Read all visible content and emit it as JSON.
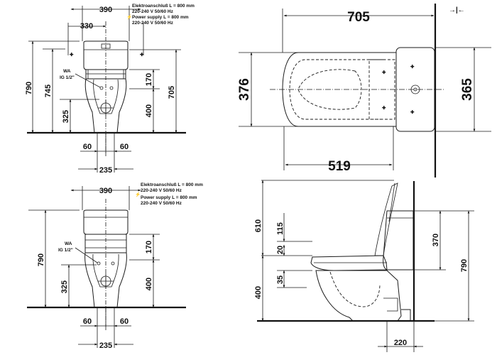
{
  "top_front": {
    "dims": {
      "w390": "390",
      "w330": "330",
      "h790": "790",
      "h745": "745",
      "h325": "325",
      "h170": "170",
      "h400": "400",
      "h705": "705",
      "w60a": "60",
      "w60b": "60",
      "w235": "235"
    },
    "wa_label": "WA",
    "ig_label": "IG 1/2\"",
    "note_de": "Elektroanschluß L = 800 mm",
    "note_de_v": "220-240 V  50/60 Hz",
    "note_en": "Power supply L = 800 mm",
    "note_en_v": "220-240 V  50/60 Hz"
  },
  "bottom_front": {
    "dims": {
      "w390": "390",
      "h790": "790",
      "h325": "325",
      "h170": "170",
      "h400": "400",
      "w60a": "60",
      "w60b": "60",
      "w235": "235"
    },
    "wa_label": "WA",
    "ig_label": "IG 1/2\"",
    "note_de": "Elektroanschluß L = 800 mm",
    "note_de_v": "220-240 V  50/60 Hz",
    "note_en": "Power supply L = 800 mm",
    "note_en_v": "220-240 V  50/60 Hz"
  },
  "top_view": {
    "dims": {
      "w705": "705",
      "w519": "519",
      "h376": "376",
      "h365": "365"
    }
  },
  "side_view": {
    "dims": {
      "h610": "610",
      "h115": "115",
      "h20": "20",
      "h35": "35",
      "h400": "400",
      "h370": "370",
      "h790": "790",
      "w220": "220"
    }
  },
  "colors": {
    "line": "#1a1a1a",
    "background": "#ffffff"
  }
}
